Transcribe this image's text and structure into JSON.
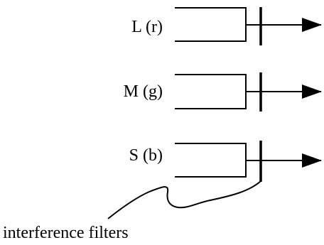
{
  "cones": [
    {
      "label": "L (r)"
    },
    {
      "label": "M (g)"
    },
    {
      "label": "S (b)"
    }
  ],
  "filter_label": "interference filters",
  "colors": {
    "ink": "#000000",
    "background": "#ffffff"
  }
}
